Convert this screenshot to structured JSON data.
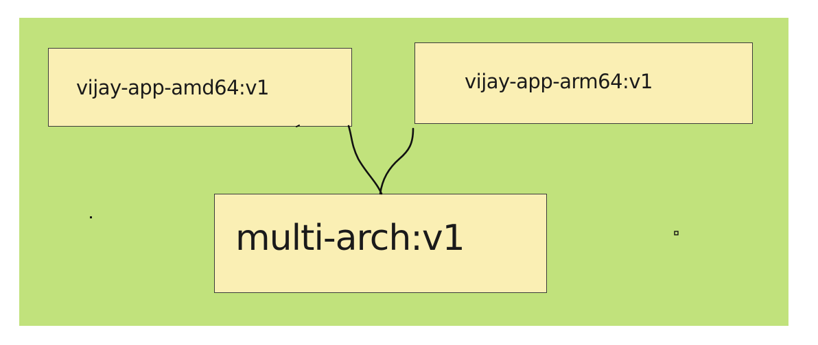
{
  "diagram": {
    "nodes": [
      {
        "id": "amd",
        "label": "vijay-app-amd64:v1"
      },
      {
        "id": "arm",
        "label": "vijay-app-arm64:v1"
      },
      {
        "id": "multi",
        "label": "multi-arch:v1"
      }
    ],
    "edges": [
      {
        "from": "amd",
        "to": "multi"
      },
      {
        "from": "arm",
        "to": "multi"
      }
    ],
    "colors": {
      "background": "#c1e27c",
      "node_fill": "#faefb4",
      "node_border": "#3a3a3a",
      "line": "#111111"
    }
  }
}
